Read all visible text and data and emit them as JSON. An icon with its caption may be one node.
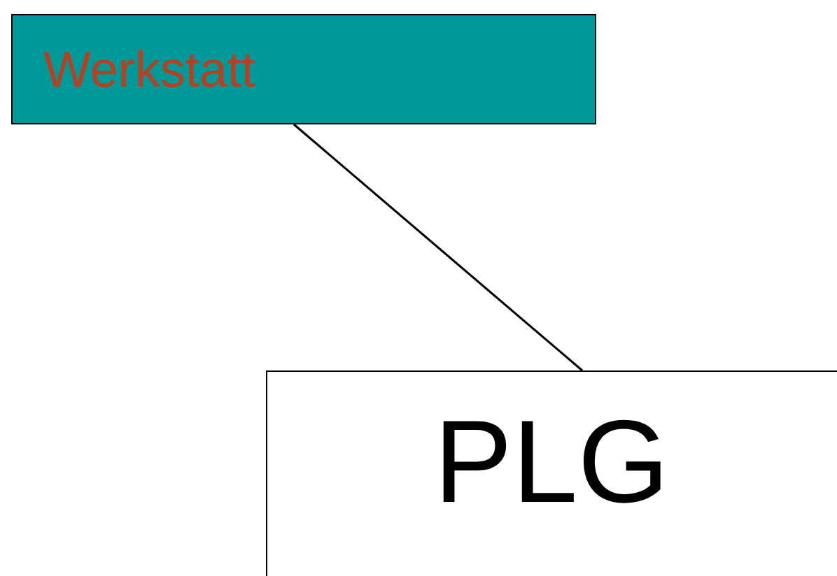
{
  "diagram": {
    "nodes": [
      {
        "text": [
          "Werkstatt"
        ]
      },
      {
        "text": [
          "PLG"
        ]
      }
    ],
    "edges": [
      {
        "from": 0,
        "to": 1,
        "arrow": "none"
      }
    ]
  }
}
